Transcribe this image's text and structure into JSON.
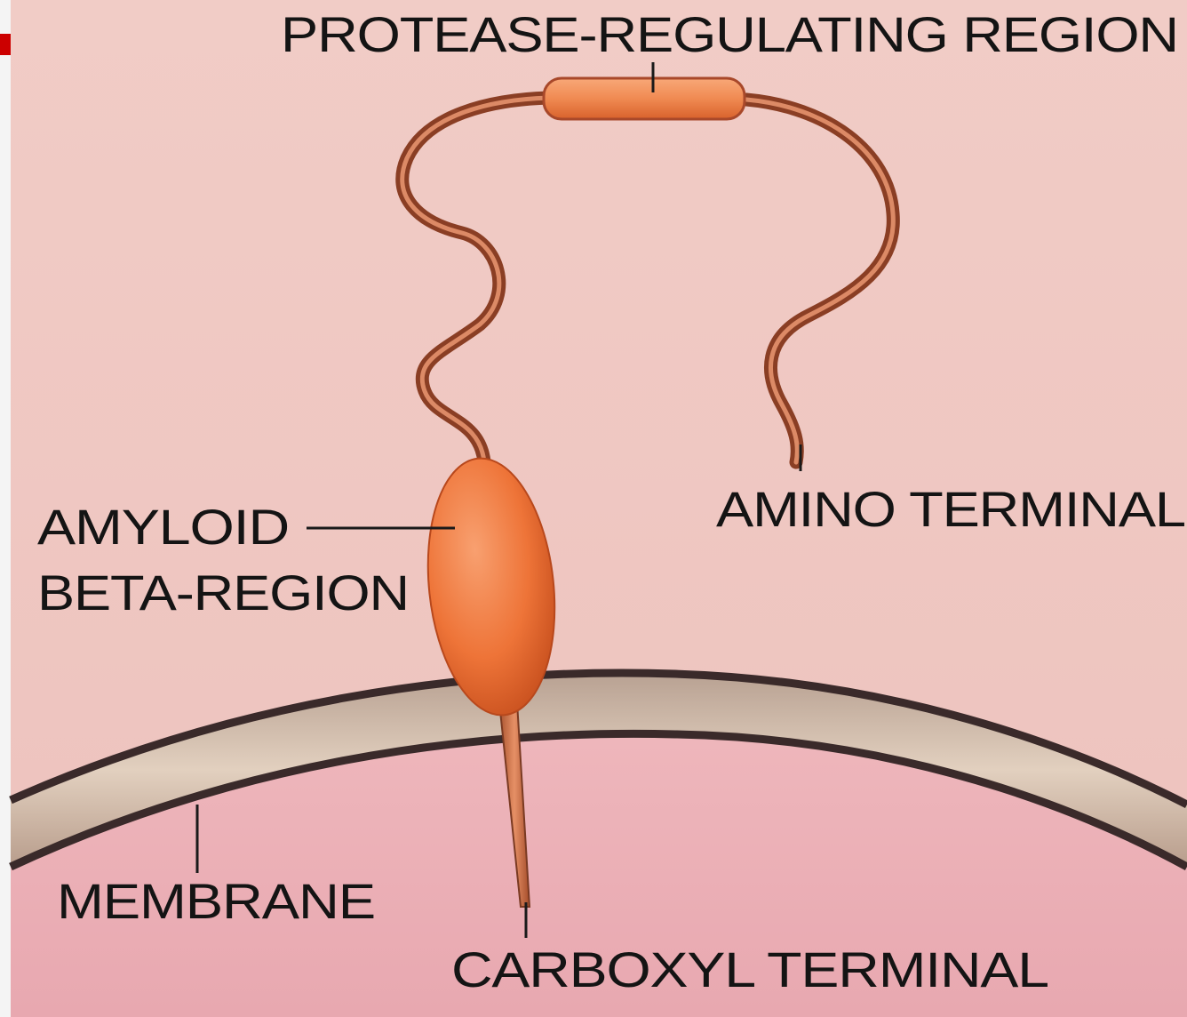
{
  "labels": {
    "protease": "PROTEASE-REGULATING REGION",
    "amino": "AMINO TERMINAL",
    "amyloid_line1": "AMYLOID",
    "amyloid_line2": "BETA-REGION",
    "membrane": "MEMBRANE",
    "carboxyl": "CARBOXYL TERMINAL"
  },
  "colors": {
    "background_outer": "#f1ccc6",
    "background_inner": "#ecaeb6",
    "membrane_fill": "#d2b7a4",
    "membrane_edge": "#3a2a2a",
    "protein_chain": "#9c4a2e",
    "protein_highlight": "#e0906c",
    "amyloid_body": "#f07a40",
    "protease_body": "#f08e58",
    "slide_bullet": "#cc0000"
  }
}
